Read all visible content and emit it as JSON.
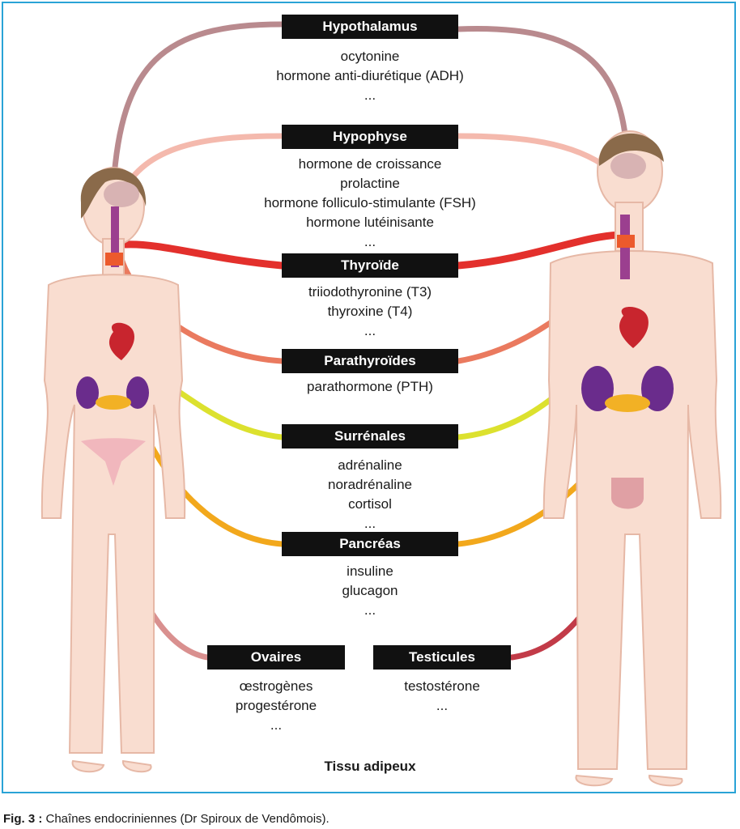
{
  "glands": [
    {
      "key": "hypothalamus",
      "title": "Hypothalamus",
      "hormones": [
        "ocytonine",
        "hormone anti-diurétique (ADH)",
        "..."
      ],
      "color": "#b98a8e"
    },
    {
      "key": "hypophyse",
      "title": "Hypophyse",
      "hormones": [
        "hormone de croissance",
        "prolactine",
        "hormone folliculo-stimulante (FSH)",
        "hormone lutéinisante",
        "..."
      ],
      "color": "#f4b9ad"
    },
    {
      "key": "thyroide",
      "title": "Thyroïde",
      "hormones": [
        "triiodothyronine (T3)",
        "thyroxine (T4)",
        "..."
      ],
      "color": "#e3302c"
    },
    {
      "key": "parathyroides",
      "title": "Parathyroïdes",
      "hormones": [
        "parathormone (PTH)"
      ],
      "color": "#ea7a5f"
    },
    {
      "key": "surrenales",
      "title": "Surrénales",
      "hormones": [
        "adrénaline",
        "noradrénaline",
        "cortisol",
        "..."
      ],
      "color": "#dce12e"
    },
    {
      "key": "pancreas",
      "title": "Pancréas",
      "hormones": [
        "insuline",
        "glucagon",
        "..."
      ],
      "color": "#f2a81c"
    },
    {
      "key": "ovaires",
      "title": "Ovaires",
      "hormones": [
        "œstrogènes",
        "progestérone",
        "..."
      ],
      "color": "#d9908f"
    },
    {
      "key": "testicules",
      "title": "Testicules",
      "hormones": [
        "testostérone",
        "..."
      ],
      "color": "#c23b48"
    }
  ],
  "tissue_label": "Tissu adipeux",
  "caption": {
    "prefix": "Fig. 3 :",
    "text": " Chaînes endocriniennes (Dr Spiroux de Vendômois)."
  },
  "colors": {
    "frame": "#2aa3d6",
    "skin": "#f9ddd0",
    "skin_outline": "#e6b8a6",
    "hair": "#8a6a4a",
    "label_bg": "#111111"
  }
}
